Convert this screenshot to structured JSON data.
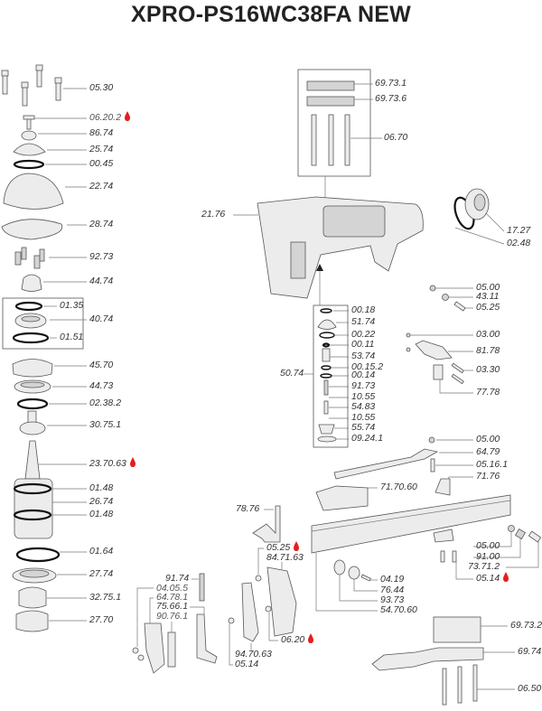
{
  "title": "XPRO-PS16WC38FA NEW",
  "colors": {
    "drop": "#e41e1e",
    "text": "#333333"
  },
  "parts": {
    "p0530": "05.30",
    "p06202": "06.20.2",
    "p8674": "86.74",
    "p2574": "25.74",
    "p0045": "00.45",
    "p2274": "22.74",
    "p2874": "28.74",
    "p9273": "92.73",
    "p4474": "44.74",
    "p0135": "01.35",
    "p4074": "40.74",
    "p0151": "01.51",
    "p4570": "45.70",
    "p4473": "44.73",
    "p02382": "02.38.2",
    "p30751": "30.75.1",
    "p237063": "23.70.63",
    "p0148a": "01.48",
    "p2674": "26.74",
    "p0148b": "01.48",
    "p0164": "01.64",
    "p2774": "27.74",
    "p32751": "32.75.1",
    "p2770": "27.70",
    "p9174": "91.74",
    "p04055": "04.05.5",
    "p64781": "64.78.1",
    "p75661": "75.66.1",
    "p90761": "90.76.1",
    "p947063": "94.70.63",
    "p0514a": "05.14",
    "p7876": "78.76",
    "p0525a": "05.25",
    "p847163": "84.71.63",
    "p0620": "06.20",
    "p69731": "69.73.1",
    "p69736": "69.73.6",
    "p0670": "06.70",
    "p2176": "21.76",
    "p1727": "17.27",
    "p0248": "02.48",
    "p5074": "50.74",
    "p0018": "00.18",
    "p5174": "51.74",
    "p0022": "00.22",
    "p0011": "00.11",
    "p5374": "53.74",
    "p00152": "00.15.2",
    "p0014": "00.14",
    "p9173": "91.73",
    "p1055a": "10.55",
    "p5483": "54.83",
    "p1055b": "10.55",
    "p5574": "55.74",
    "p09241": "09.24.1",
    "p0500a": "05.00",
    "p4311": "43.11",
    "p0525b": "05.25",
    "p0300": "03.00",
    "p8178": "81.78",
    "p0330": "03.30",
    "p7778": "77.78",
    "p0500b": "05.00",
    "p6479": "64.79",
    "p05161": "05.16.1",
    "p7176": "71.76",
    "p717060": "71.70.60",
    "p0500c": "05.00",
    "p9100": "91.00",
    "p73712": "73.71.2",
    "p0514b": "05.14",
    "p0419": "04.19",
    "p7644": "76.44",
    "p9373": "93.73",
    "p547060": "54.70.60",
    "p69732": "69.73.2",
    "p6974": "69.74",
    "p0650": "06.50"
  }
}
